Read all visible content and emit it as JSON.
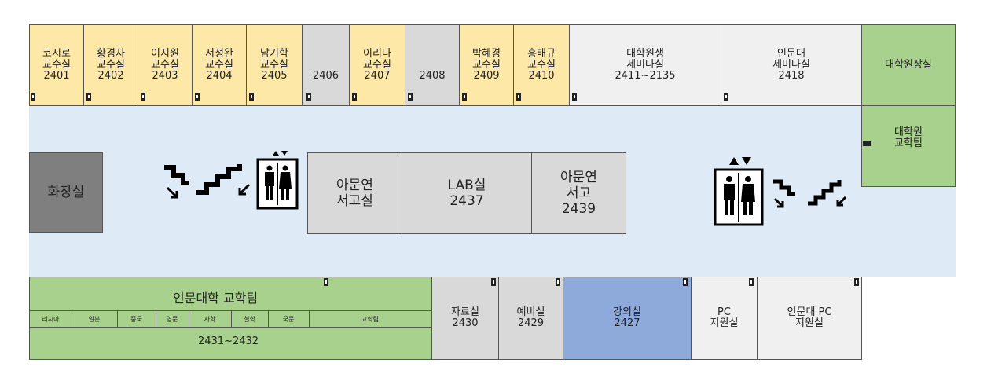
{
  "top_rooms": [
    {
      "lines": [
        "코시로",
        "교수실",
        "2401"
      ]
    },
    {
      "lines": [
        "황경자",
        "교수실",
        "2402"
      ]
    },
    {
      "lines": [
        "이지원",
        "교수실",
        "2403"
      ]
    },
    {
      "lines": [
        "서정완",
        "교수실",
        "2404"
      ]
    },
    {
      "lines": [
        "남기학",
        "교수실",
        "2405"
      ]
    },
    {
      "lines": [
        "2406"
      ]
    },
    {
      "lines": [
        "이리나",
        "교수실",
        "2407"
      ]
    },
    {
      "lines": [
        "2408"
      ]
    },
    {
      "lines": [
        "박혜경",
        "교수실",
        "2409"
      ]
    },
    {
      "lines": [
        "홍태규",
        "교수실",
        "2410"
      ]
    },
    {
      "lines": [
        "대학원생",
        "세미나실",
        "2411~2135"
      ]
    },
    {
      "lines": [
        "인문대",
        "세미나실",
        "2418"
      ]
    }
  ],
  "grad_office": "대학원장실",
  "grad_team": [
    "대학원",
    "교학팀"
  ],
  "restroom": "화장실",
  "center_rooms": [
    {
      "lines": [
        "아문연",
        "서고실"
      ]
    },
    {
      "lines": [
        "LAB실",
        "2437"
      ]
    },
    {
      "lines": [
        "아문연",
        "서고",
        "2439"
      ]
    }
  ],
  "bottom_rooms": [
    {
      "lines": [
        "자료실",
        "2430"
      ]
    },
    {
      "lines": [
        "예비실",
        "2429"
      ]
    },
    {
      "lines": [
        "강의실",
        "2427"
      ]
    },
    {
      "lines": [
        "PC",
        "지원실"
      ]
    },
    {
      "lines": [
        "인문대 PC",
        "지원실"
      ]
    }
  ],
  "humanities_team": {
    "title": "인문대학 교학팀",
    "sections": [
      "러시아",
      "일본",
      "중국",
      "영문",
      "사학",
      "철학",
      "국문",
      "교학팀"
    ],
    "number": "2431~2432"
  },
  "colors": {
    "office": "#fde8a8",
    "storage": "#d9d9d9",
    "seminar": "#f0f0f0",
    "admin": "#a9d18e",
    "lecture": "#8eaadb",
    "restroom": "#7f7f7f",
    "corridor": "#deebf7"
  },
  "icons": [
    "stairs-icon",
    "elevator-icon",
    "door-icon"
  ]
}
